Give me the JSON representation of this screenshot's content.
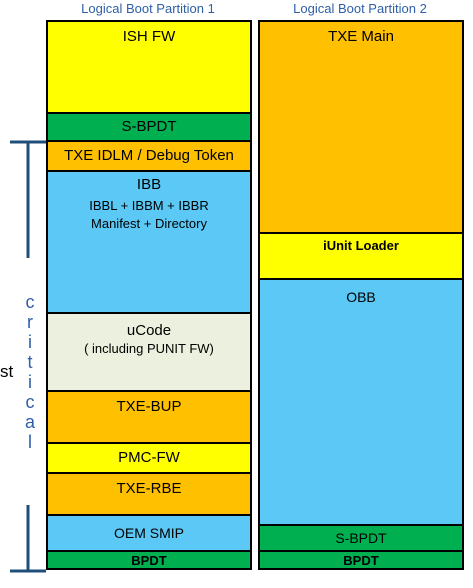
{
  "partitions": [
    {
      "title": "Logical Boot Partition 1",
      "blocks": [
        {
          "name": "ISH FW",
          "color": "#FFFF00"
        },
        {
          "name": "S-BPDT",
          "color": "#00B050"
        },
        {
          "name": "TXE IDLM / Debug Token",
          "color": "#FFC000"
        },
        {
          "name": "IBB",
          "detail": "IBBL + IBBM + IBBR\nManifest + Directory",
          "color": "#5BC8F5"
        },
        {
          "name": "uCode",
          "detail": "( including PUNIT FW)",
          "color": "#EBF1DE"
        },
        {
          "name": "TXE-BUP",
          "color": "#FFC000"
        },
        {
          "name": "PMC-FW",
          "color": "#FFFF00"
        },
        {
          "name": "TXE-RBE",
          "color": "#FFC000"
        },
        {
          "name": "OEM SMIP",
          "color": "#5BC8F5"
        },
        {
          "name": "BPDT",
          "color": "#00B050"
        }
      ]
    },
    {
      "title": "Logical Boot Partition 2",
      "blocks": [
        {
          "name": "TXE Main",
          "color": "#FFC000"
        },
        {
          "name": "iUnit Loader",
          "color": "#FFFF00"
        },
        {
          "name": "OBB",
          "color": "#5BC8F5"
        },
        {
          "name": "S-BPDT",
          "color": "#00B050"
        },
        {
          "name": "BPDT",
          "color": "#00B050"
        }
      ]
    }
  ],
  "side_label": "critical",
  "side_fragment": "st",
  "bracket_color": "#1F4E79"
}
